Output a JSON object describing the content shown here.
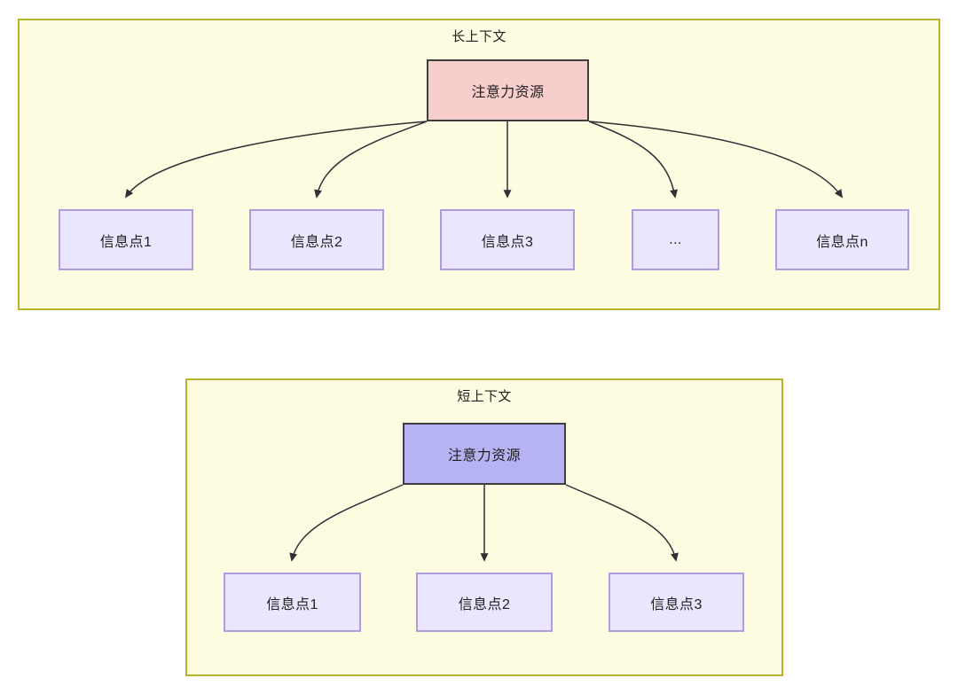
{
  "diagram": {
    "type": "two-panel-tree-diagram",
    "colors": {
      "panel_fill": "#FEFCE0",
      "panel_border": "#B9B22B",
      "root_long_fill": "#F8CECC",
      "root_short_fill": "#B5B3F2",
      "root_border": "#3E3E3E",
      "leaf_fill": "#E9E6FD",
      "leaf_border": "#B09BE0",
      "edge_stroke": "#2F2F35",
      "text": "#1F1F1F"
    }
  },
  "panels": {
    "long": {
      "title": "长上下文",
      "root": {
        "label": "注意力资源"
      },
      "leaves": [
        {
          "label": "信息点1"
        },
        {
          "label": "信息点2"
        },
        {
          "label": "信息点3"
        },
        {
          "label": "..."
        },
        {
          "label": "信息点n"
        }
      ]
    },
    "short": {
      "title": "短上下文",
      "root": {
        "label": "注意力资源"
      },
      "leaves": [
        {
          "label": "信息点1"
        },
        {
          "label": "信息点2"
        },
        {
          "label": "信息点3"
        }
      ]
    }
  }
}
